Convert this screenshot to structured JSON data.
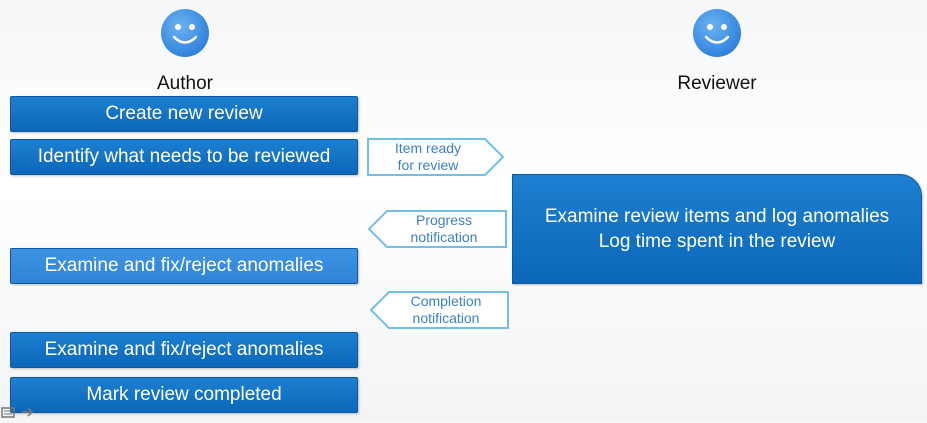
{
  "actors": {
    "author": {
      "label": "Author"
    },
    "reviewer": {
      "label": "Reviewer"
    }
  },
  "author_steps": [
    "Create new review",
    "Identify what needs to be reviewed",
    "Examine and fix/reject anomalies",
    "Examine and fix/reject anomalies",
    "Mark review completed"
  ],
  "reviewer_task": {
    "line1": "Examine review items and log anomalies",
    "line2": "Log time spent in the review"
  },
  "messages": {
    "item_ready": {
      "line1": "Item ready",
      "line2": "for review"
    },
    "progress": {
      "line1": "Progress",
      "line2": "notification"
    },
    "completion": {
      "line1": "Completion",
      "line2": "notification"
    }
  },
  "colors": {
    "step_blue": "#0b67b9",
    "step_light_blue": "#2f84d7",
    "arrow_outline": "#6fbfe6",
    "arrow_text": "#3d7fc4",
    "face": "#3a8ee6"
  }
}
